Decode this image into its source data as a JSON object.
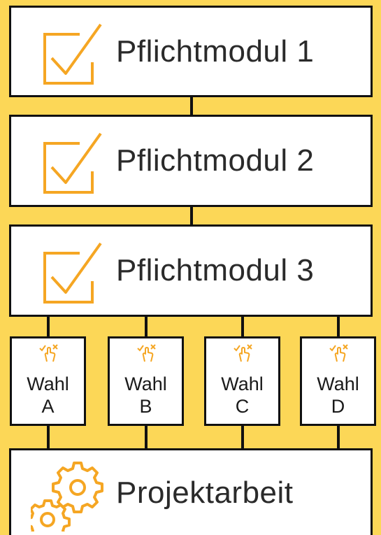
{
  "modules": [
    {
      "label": "Pflichtmodul 1",
      "icon": "checkbox-check-icon"
    },
    {
      "label": "Pflichtmodul 2",
      "icon": "checkbox-check-icon"
    },
    {
      "label": "Pflichtmodul 3",
      "icon": "checkbox-check-icon"
    }
  ],
  "electives": [
    {
      "word": "Wahl",
      "letter": "A",
      "icon": "hand-choice-icon"
    },
    {
      "word": "Wahl",
      "letter": "B",
      "icon": "hand-choice-icon"
    },
    {
      "word": "Wahl",
      "letter": "C",
      "icon": "hand-choice-icon"
    },
    {
      "word": "Wahl",
      "letter": "D",
      "icon": "hand-choice-icon"
    }
  ],
  "project": {
    "label": "Projektarbeit",
    "icon": "gears-icon"
  },
  "colors": {
    "background": "#FCD757",
    "accent": "#F5A623",
    "border": "#111111",
    "box": "#FFFFFF"
  }
}
